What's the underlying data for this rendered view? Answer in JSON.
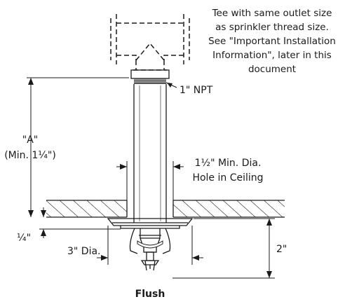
{
  "note": [
    "Tee with same outlet size",
    "as sprinkler thread size.",
    "See \"Important Installation",
    "Information\", later in this",
    "document"
  ],
  "npt_label": "1\" NPT",
  "dim_a": {
    "name": "\"A\"",
    "min": "(Min. 1¼\")"
  },
  "hole": [
    "1½\" Min. Dia.",
    "Hole in Ceiling"
  ],
  "quarter_label": "¼\"",
  "dia_label": "3\" Dia.",
  "two_label": "2\"",
  "caption": "Flush",
  "colors": {
    "ink": "#1a1a1a",
    "background": "#ffffff"
  }
}
